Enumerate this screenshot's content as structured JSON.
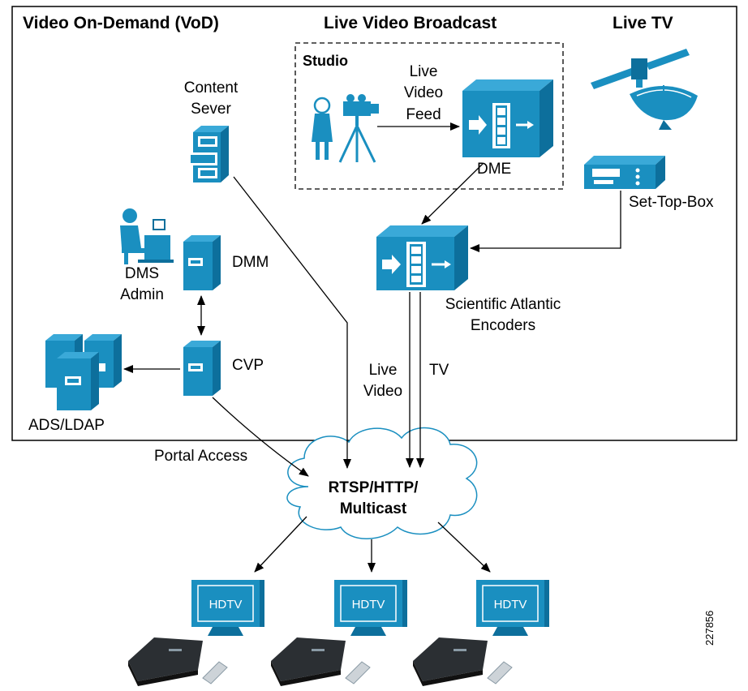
{
  "sections": {
    "vod": "Video On-Demand (VoD)",
    "live_broadcast": "Live Video Broadcast",
    "live_tv": "Live TV"
  },
  "studio": {
    "title": "Studio",
    "feed_label": [
      "Live",
      "Video",
      "Feed"
    ],
    "dme_label": "DME"
  },
  "nodes": {
    "content_server": [
      "Content",
      "Sever"
    ],
    "dms_admin": [
      "DMS",
      "Admin"
    ],
    "dmm": "DMM",
    "cvp": "CVP",
    "ads_ldap": "ADS/LDAP",
    "set_top_box": "Set-Top-Box",
    "encoders": [
      "Scientific Atlantic",
      "Encoders"
    ]
  },
  "flows": {
    "live_video": [
      "Live",
      "Video"
    ],
    "tv": "TV",
    "portal_access": "Portal Access"
  },
  "cloud": [
    "RTSP/HTTP/",
    "Multicast"
  ],
  "screens": [
    "HDTV",
    "HDTV",
    "HDTV"
  ],
  "figure_id": "227856",
  "colors": {
    "device": "#1a8fc0",
    "device_dark": "#0d6f9c",
    "line": "#000000"
  }
}
